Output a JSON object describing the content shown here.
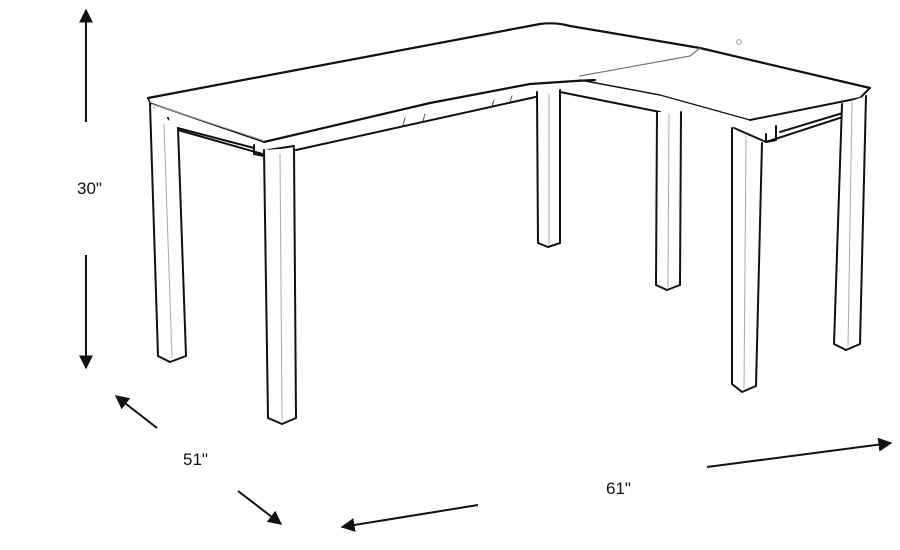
{
  "diagram": {
    "subject": "L-shaped desk line drawing with dimensions",
    "colors": {
      "stroke": "#111111",
      "light_stroke": "#9a9a9a",
      "background": "#ffffff"
    },
    "dimensions": {
      "height": {
        "label": "30\"",
        "axis": "vertical"
      },
      "depth": {
        "label": "51\"",
        "axis": "diagonal"
      },
      "width": {
        "label": "61\"",
        "axis": "horizontal"
      }
    }
  }
}
